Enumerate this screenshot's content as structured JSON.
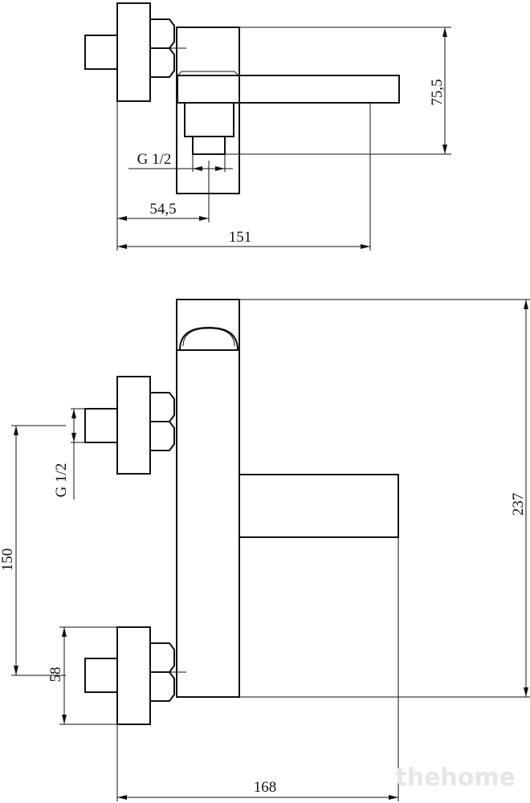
{
  "top_view": {
    "dim_height": "75,5",
    "dim_thread": "G 1/2",
    "dim_offset": "54,5",
    "dim_length": "151"
  },
  "front_view": {
    "dim_height": "237",
    "dim_thread": "G 1/2",
    "dim_center": "150",
    "dim_inlet": "58",
    "dim_length": "168"
  },
  "watermark": "thehome"
}
